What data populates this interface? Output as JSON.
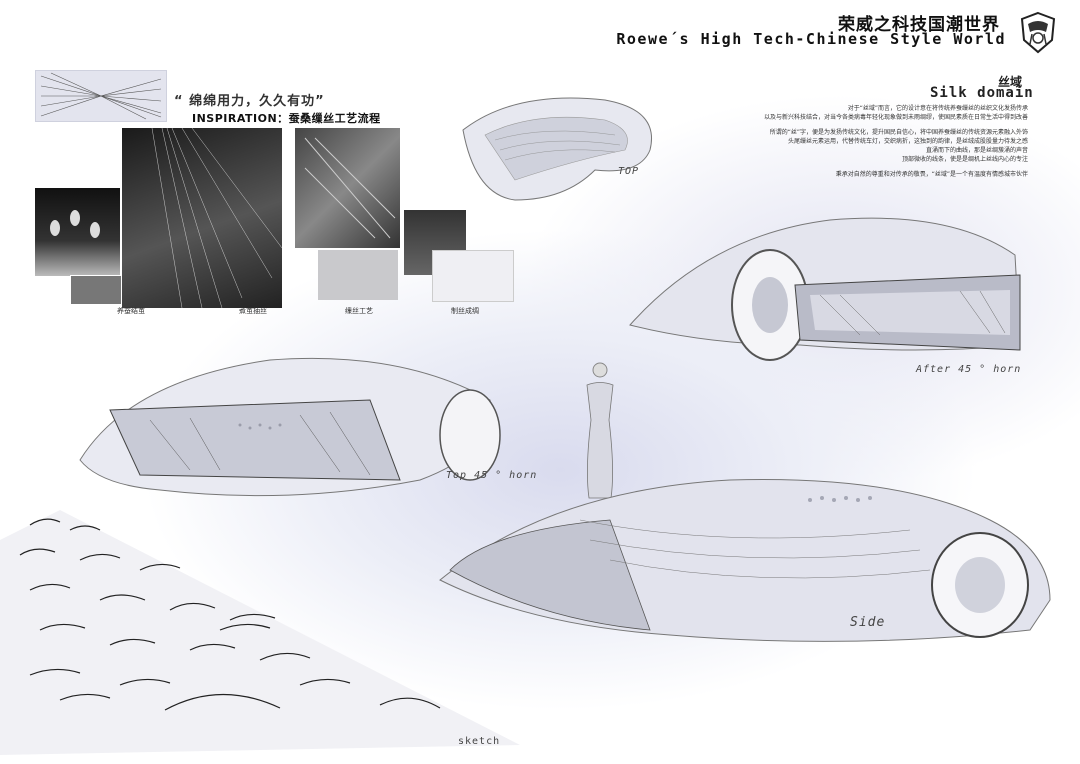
{
  "header": {
    "title_cn": "荣威之科技国潮世界",
    "title_en": "Roewe´s High Tech-Chinese Style World"
  },
  "inspiration": {
    "quote": "“ 绵绵用力，久久有功”",
    "heading": "INSPIRATION：蚕桑缫丝工艺流程",
    "steps": [
      "养蚕结茧",
      "煮茧抽丝",
      "缫丝工艺",
      "制丝成绸"
    ]
  },
  "concept": {
    "title_cn": "丝域",
    "title_en": "Silk domain",
    "paragraphs": [
      "对于“丝域”而言，它的设计意在将传统养蚕缫丝的丝织文化发扬传承",
      "以及与新兴科技结合，对当今各类病毒年轻化现象做到未雨绸缪，使国民素质在日常生活中得到改善",
      "所谓的“丝”字，便是为发扬传统文化，提升国民自信心，将中国养蚕缫丝的传统资源元素融入外饰",
      "头尾缫丝元素运用，代替传统车灯，交织病折，这独到的韵律，是丝绒成股股量力待发之感",
      "直涌而下的曲线，那是丝绸蔟涌的声音",
      "顶部微收的线条，使是是绸机上丝线内心的专注",
      "秉承对自然的尊重和对传承的敬畏，“丝域”是一个有温度有情感城市伙伴"
    ]
  },
  "views": {
    "top": "TOP",
    "after45": "After 45 ° horn",
    "top45": "Top 45 ° horn",
    "side": "Side",
    "sketch": "sketch"
  },
  "colors": {
    "background": "#ffffff",
    "lavender": "#dcdff0",
    "ink": "#111111",
    "silver": "#c9cbd6"
  }
}
